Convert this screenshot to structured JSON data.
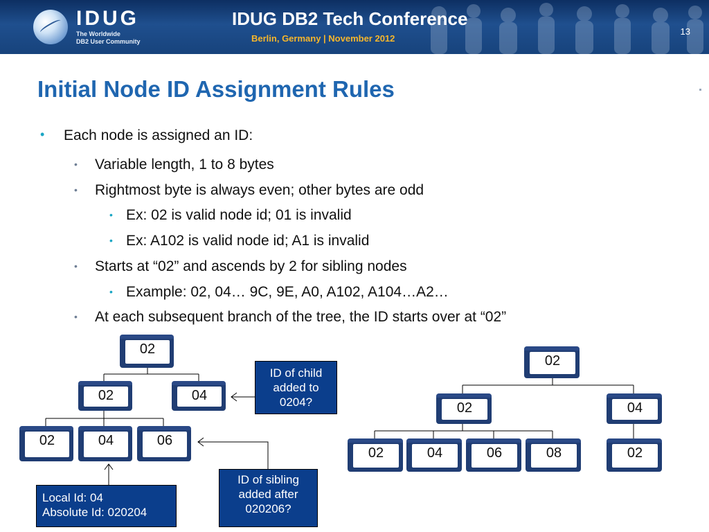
{
  "header": {
    "logo_text": "IDUG",
    "logo_sub_1": "The Worldwide",
    "logo_sub_2": "DB2 User Community",
    "conference_title": "IDUG DB2 Tech Conference",
    "conference_subtitle": "Berlin, Germany  |  November 2012",
    "page_number": "13"
  },
  "slide": {
    "title": "Initial Node ID Assignment  Rules",
    "bullets": [
      "Each node is assigned an ID:",
      "Variable length, 1 to 8 bytes",
      "Rightmost byte is always even; other bytes are odd",
      "Ex: 02 is valid node id; 01 is invalid",
      "Ex: A102 is valid node id; A1 is invalid",
      "Starts at “02” and ascends by 2 for sibling nodes",
      "Example: 02, 04… 9C, 9E, A0, A102, A104…A2…",
      "At each subsequent branch of the tree, the ID starts over at “02”"
    ]
  },
  "left_tree": {
    "root": "02",
    "level2": [
      "02",
      "04"
    ],
    "level3": [
      "02",
      "04",
      "06"
    ]
  },
  "right_tree": {
    "root": "02",
    "level2": [
      "02",
      "04"
    ],
    "level3_under_02": [
      "02",
      "04",
      "06",
      "08"
    ],
    "level3_under_04": [
      "02"
    ]
  },
  "callouts": {
    "child": "ID of child added to 0204?",
    "sibling": "ID of sibling added after 020206?",
    "local_id": "Local Id: 04",
    "absolute_id": "Absolute Id: 020204"
  },
  "colors": {
    "title_blue": "#1f66b0",
    "node_dark": "#203d73",
    "callout_blue": "#0b3e8c",
    "bullet_teal": "#1aa6c4",
    "header_navy": "#0d2f62",
    "header_gold": "#f7b62b"
  }
}
